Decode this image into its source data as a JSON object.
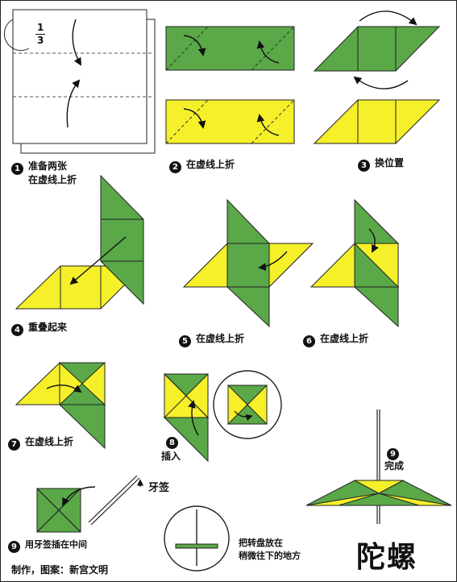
{
  "title": "陀螺",
  "credit": "制作，图案：新宫文明",
  "fraction": {
    "numerator": "1",
    "denominator": "3"
  },
  "steps": [
    {
      "num": "1",
      "line1": "准备两张",
      "line2": "在虚线上折"
    },
    {
      "num": "2",
      "text": "在虚线上折"
    },
    {
      "num": "3",
      "text": "换位置"
    },
    {
      "num": "4",
      "text": "重叠起来"
    },
    {
      "num": "5",
      "text": "在虚线上折"
    },
    {
      "num": "6",
      "text": "在虚线上折"
    },
    {
      "num": "7",
      "text": "在虚线上折"
    },
    {
      "num": "8",
      "text": "插入"
    },
    {
      "num": "9",
      "text": "完成"
    },
    {
      "num": "9",
      "text": "用牙签插在中间"
    }
  ],
  "toothpick_label": "牙签",
  "note": {
    "line1": "把转盘放在",
    "line2": "稍微往下的地方"
  },
  "colors": {
    "green": "#5aa848",
    "yellow": "#f5f02a",
    "stroke": "#222222"
  }
}
